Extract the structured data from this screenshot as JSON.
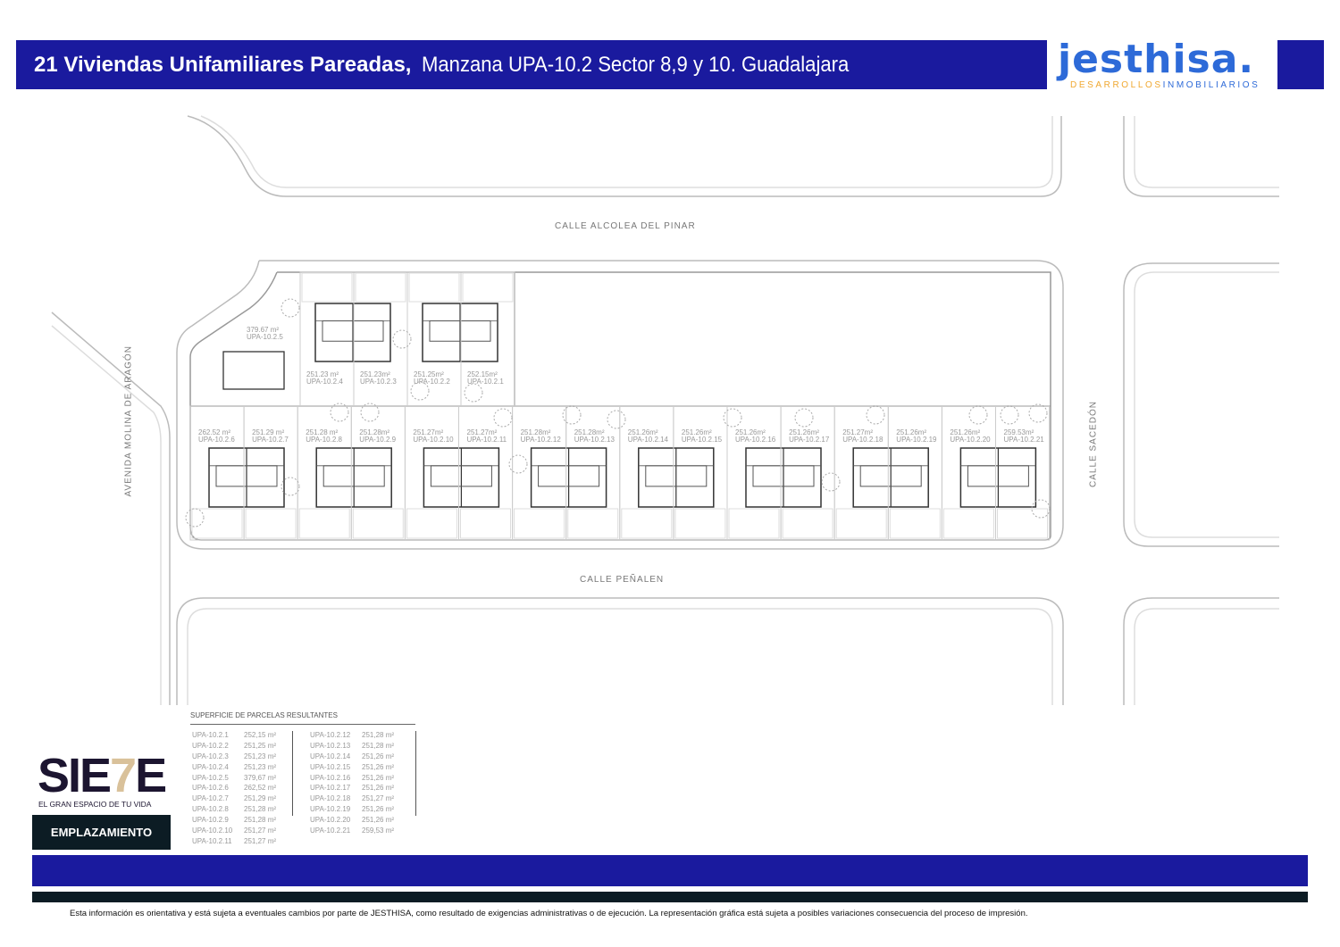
{
  "header": {
    "title_bold": "21 Viviendas Unifamiliares Pareadas,",
    "title_rest": "Manzana UPA-10.2 Sector 8,9 y 10. Guadalajara"
  },
  "logo": {
    "word": "jesthisa.",
    "sub_a": "DESARROLLOS",
    "sub_b": "INMOBILIARIOS"
  },
  "streets": {
    "top": "CALLE ALCOLEA DEL PINAR",
    "bottom": "CALLE PEÑALEN",
    "left": "AVENIDA MOLINA DE ARAGÓN",
    "right": "CALLE SACEDÓN"
  },
  "plan": {
    "parcel_5": {
      "area": "379.67  m²",
      "id": "UPA-10.2.5"
    },
    "top_row": [
      {
        "area": "251.23  m²",
        "id": "UPA-10.2.4"
      },
      {
        "area": "251.23m²",
        "id": "UPA-10.2.3"
      },
      {
        "area": "251.25m²",
        "id": "UPA-10.2.2"
      },
      {
        "area": "252.15m²",
        "id": "UPA-10.2.1"
      }
    ],
    "bottom_row": [
      {
        "area": "262.52  m²",
        "id": "UPA-10.2.6"
      },
      {
        "area": "251.29  m²",
        "id": "UPA-10.2.7"
      },
      {
        "area": "251.28  m²",
        "id": "UPA-10.2.8"
      },
      {
        "area": "251.28m²",
        "id": "UPA-10.2.9"
      },
      {
        "area": "251.27m²",
        "id": "UPA-10.2.10"
      },
      {
        "area": "251.27m²",
        "id": "UPA-10.2.11"
      },
      {
        "area": "251.28m²",
        "id": "UPA-10.2.12"
      },
      {
        "area": "251.28m²",
        "id": "UPA-10.2.13"
      },
      {
        "area": "251.26m²",
        "id": "UPA-10.2.14"
      },
      {
        "area": "251.26m²",
        "id": "UPA-10.2.15"
      },
      {
        "area": "251.26m²",
        "id": "UPA-10.2.16"
      },
      {
        "area": "251.26m²",
        "id": "UPA-10.2.17"
      },
      {
        "area": "251.27m²",
        "id": "UPA-10.2.18"
      },
      {
        "area": "251.26m²",
        "id": "UPA-10.2.19"
      },
      {
        "area": "251.26m²",
        "id": "UPA-10.2.20"
      },
      {
        "area": "259.53m²",
        "id": "UPA-10.2.21"
      }
    ]
  },
  "table": {
    "title": "SUPERFICIE DE  PARCELAS RESULTANTES",
    "col1": [
      [
        "UPA-10.2.1",
        "252,15  m²"
      ],
      [
        "UPA-10.2.2",
        "251,25  m²"
      ],
      [
        "UPA-10.2.3",
        "251,23  m²"
      ],
      [
        "UPA-10.2.4",
        "251,23  m²"
      ],
      [
        "UPA-10.2.5",
        "379,67  m²"
      ],
      [
        "UPA-10.2.6",
        "262,52  m²"
      ],
      [
        "UPA-10.2.7",
        "251,29  m²"
      ],
      [
        "UPA-10.2.8",
        "251,28  m²"
      ],
      [
        "UPA-10.2.9",
        "251,28  m²"
      ],
      [
        "UPA-10.2.10",
        "251,27  m²"
      ],
      [
        "UPA-10.2.11",
        "251,27  m²"
      ]
    ],
    "col2": [
      [
        "UPA-10.2.12",
        "251,28  m²"
      ],
      [
        "UPA-10.2.13",
        "251,28  m²"
      ],
      [
        "UPA-10.2.14",
        "251,26  m²"
      ],
      [
        "UPA-10.2.15",
        "251,26  m²"
      ],
      [
        "UPA-10.2.16",
        "251,26  m²"
      ],
      [
        "UPA-10.2.17",
        "251,26  m²"
      ],
      [
        "UPA-10.2.18",
        "251,27  m²"
      ],
      [
        "UPA-10.2.19",
        "251,26  m²"
      ],
      [
        "UPA-10.2.20",
        "251,26  m²"
      ],
      [
        "UPA-10.2.21",
        "259,53  m²"
      ]
    ]
  },
  "brand": {
    "siete_a": "SIE",
    "siete_b": "7",
    "siete_c": "E",
    "tagline": "EL GRAN ESPACIO DE TU VIDA",
    "section": "EMPLAZAMIENTO"
  },
  "footer": {
    "disclaimer": "Esta información es orientativa y está sujeta a eventuales cambios por parte de JESTHISA, como resultado de exigencias administrativas o de ejecución. La representación gráfica está sujeta a posibles variaciones consecuencia del proceso de impresión."
  },
  "colors": {
    "header_blue": "#1a1a9e",
    "dark": "#0c1c24",
    "logo_blue": "#2d6ad8",
    "logo_orange": "#f0a830",
    "gold": "#d9c19a"
  }
}
